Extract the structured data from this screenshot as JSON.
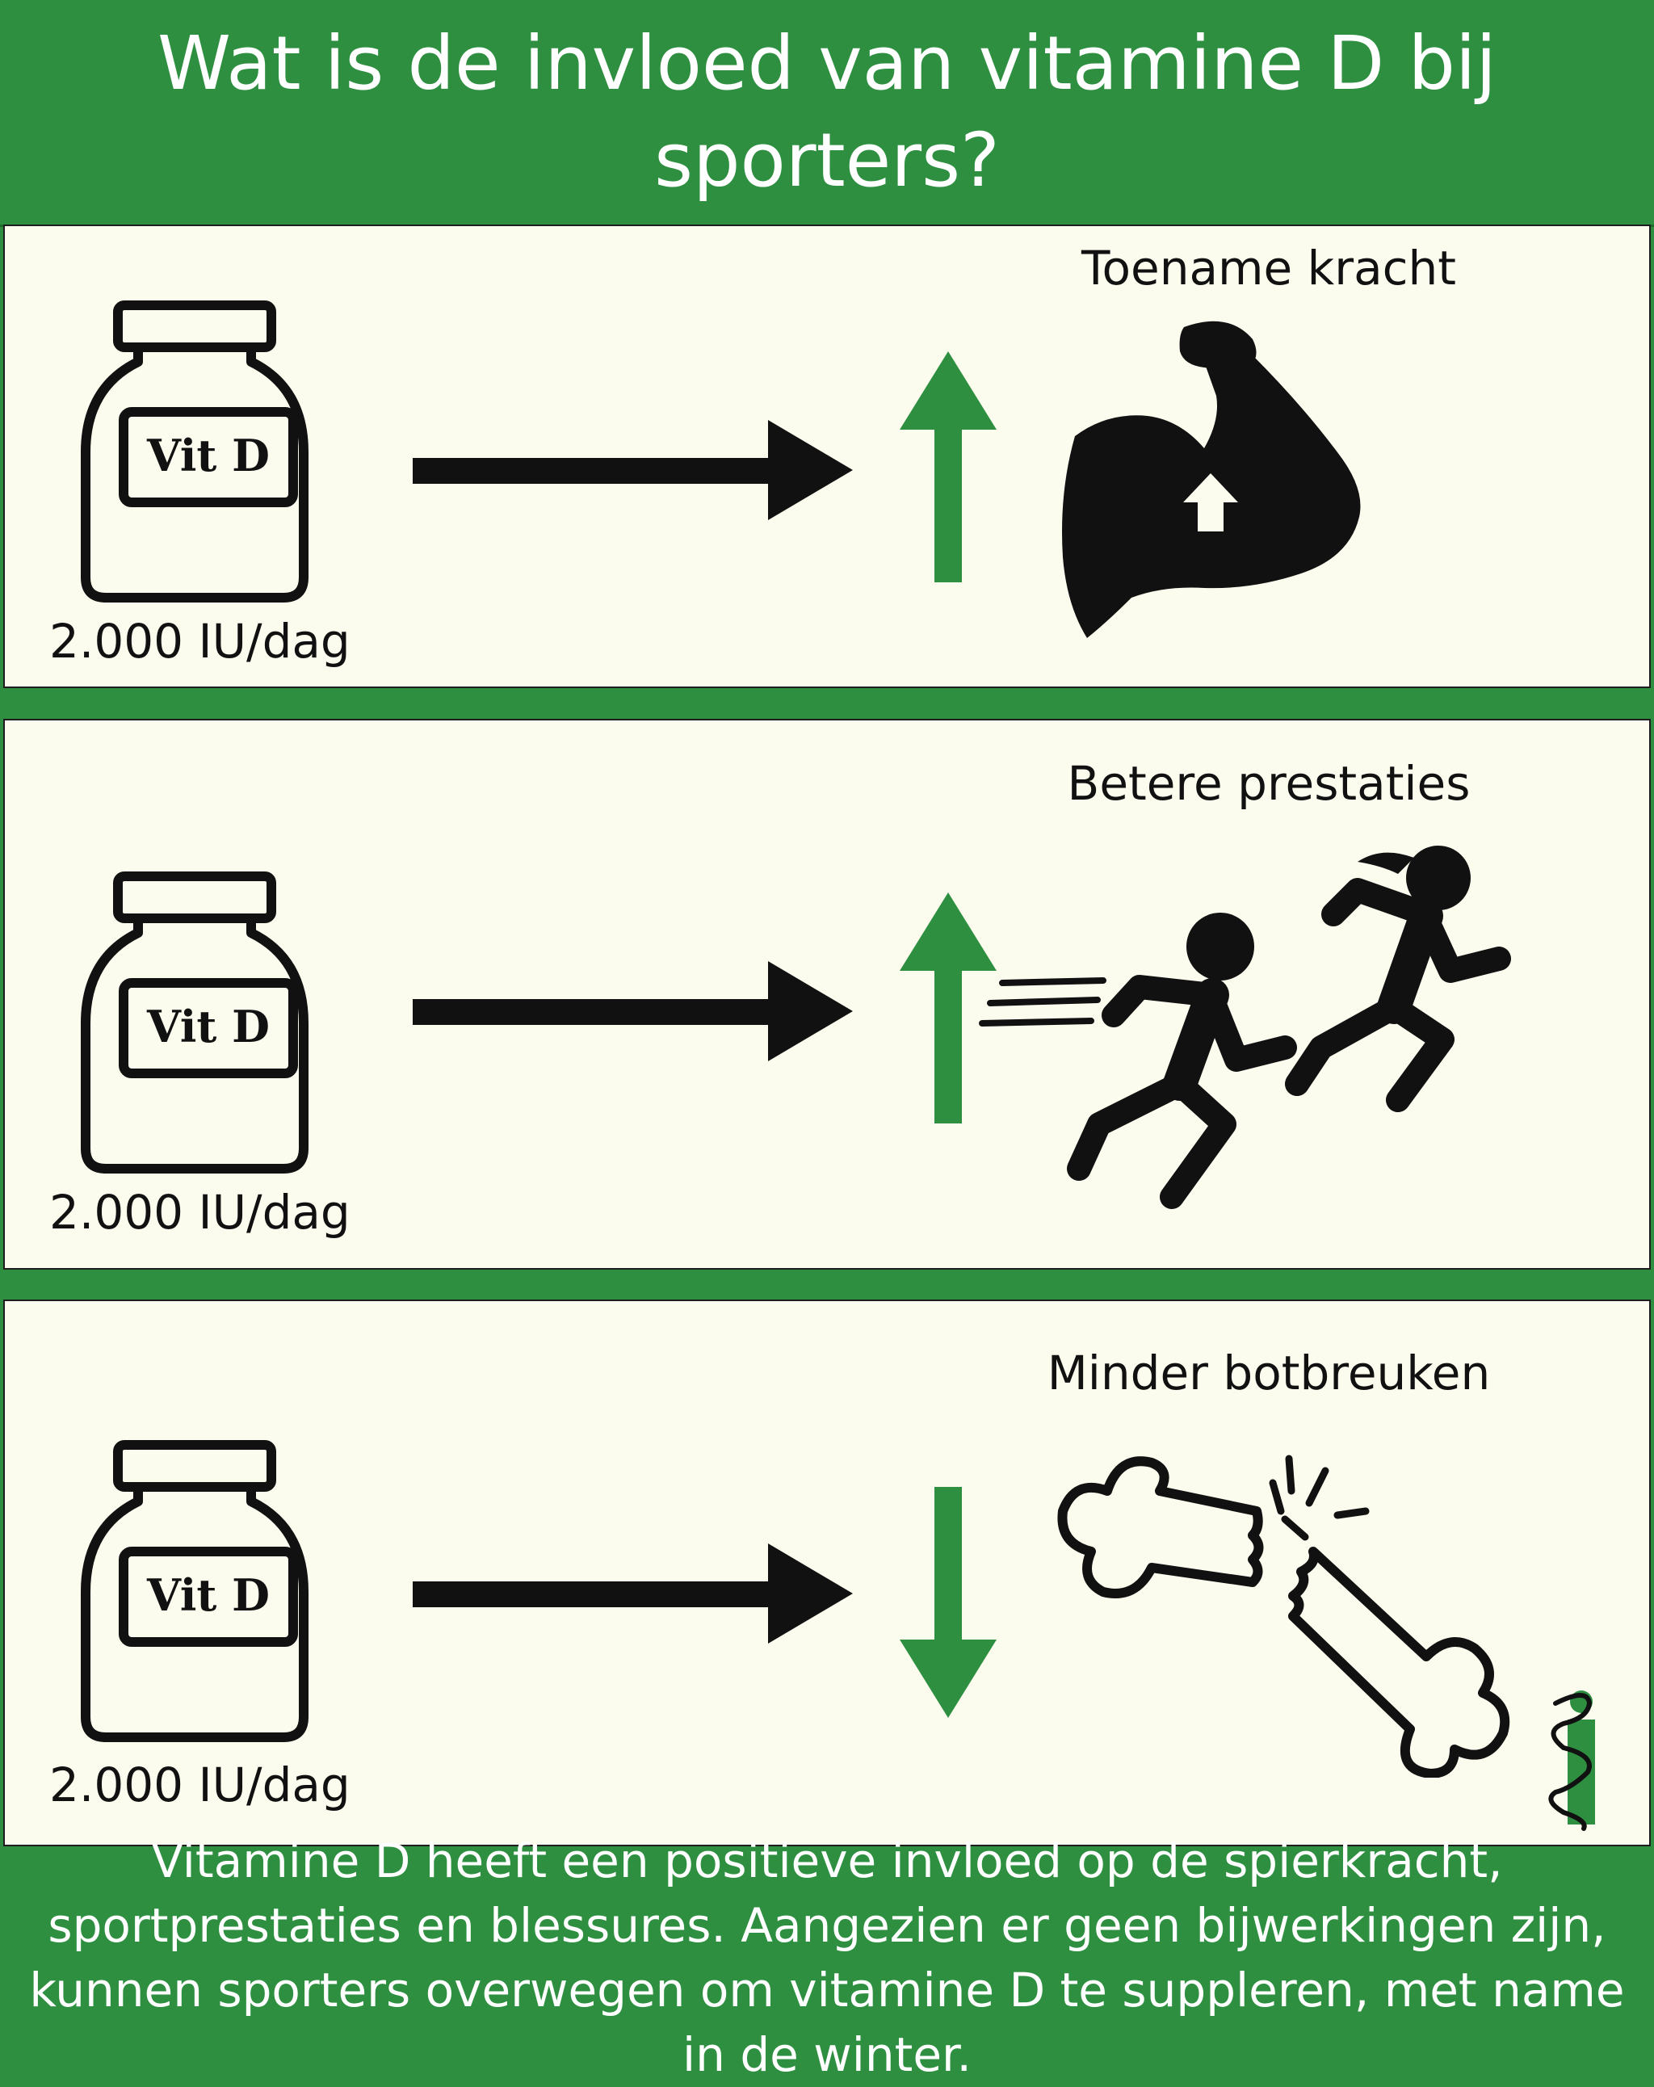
{
  "header": {
    "title": "Wat is de invloed van vitamine D bij sporters?"
  },
  "bottle_label": "Vit D",
  "dose": "2.000 IU/dag",
  "sections": [
    {
      "title": "Toename kracht",
      "trend": "up",
      "icon": "flexed-arm-icon"
    },
    {
      "title": "Betere prestaties",
      "trend": "up",
      "icon": "runners-icon"
    },
    {
      "title": "Minder botbreuken",
      "trend": "down",
      "icon": "broken-bone-icon"
    }
  ],
  "footer": {
    "text": "Vitamine D heeft een positieve invloed op de spierkracht, sportprestaties en blessures. Aangezien er geen bijwerkingen zijn, kunnen sporters overwegen om vitamine D te suppleren, met name in de winter."
  },
  "colors": {
    "brand_green": "#2e8f41",
    "panel_bg": "#fbfbee",
    "ink": "#111111"
  }
}
